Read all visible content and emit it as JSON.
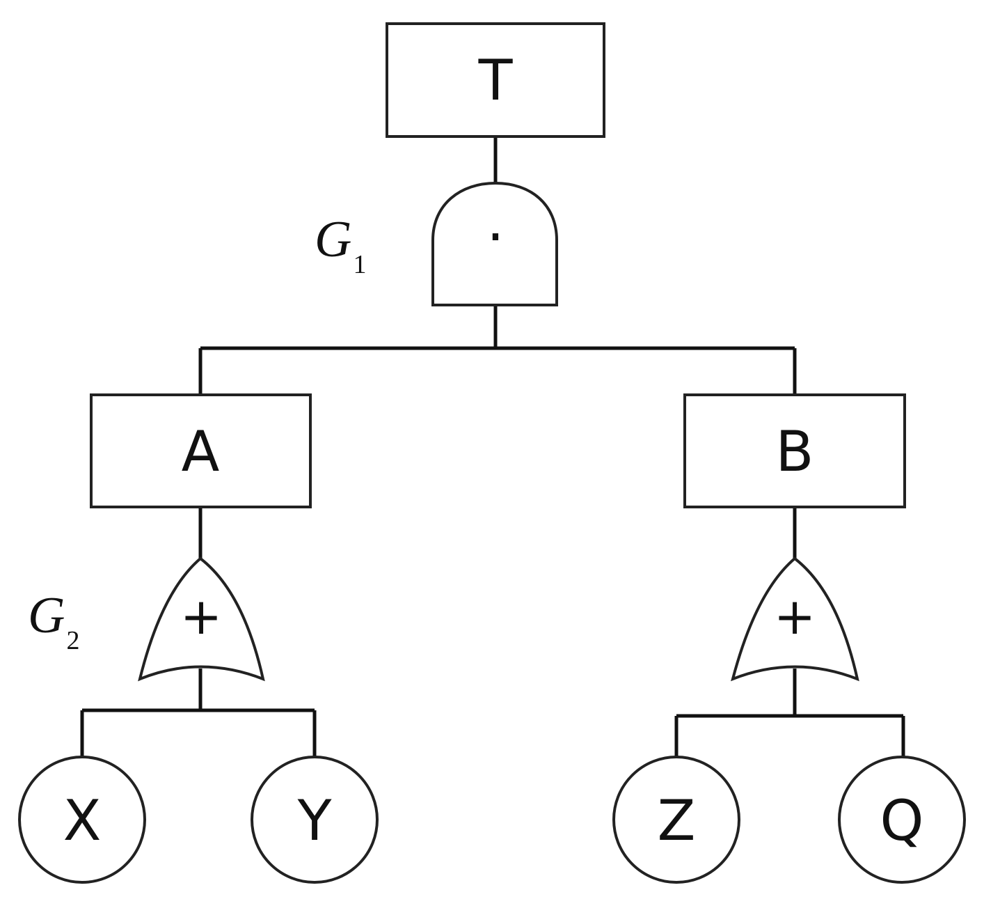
{
  "events": {
    "top": "T",
    "intermediate_left": "A",
    "intermediate_right": "B",
    "basic": [
      "X",
      "Y",
      "Z",
      "Q"
    ]
  },
  "gates": {
    "g1": {
      "label": "G",
      "subscript": "1",
      "symbol": "·"
    },
    "g2": {
      "label": "G",
      "subscript": "2",
      "symbol": "+"
    },
    "g3": {
      "symbol": "+"
    }
  },
  "colors": {
    "line": "#111111",
    "outline": "#222222",
    "background": "#ffffff"
  }
}
